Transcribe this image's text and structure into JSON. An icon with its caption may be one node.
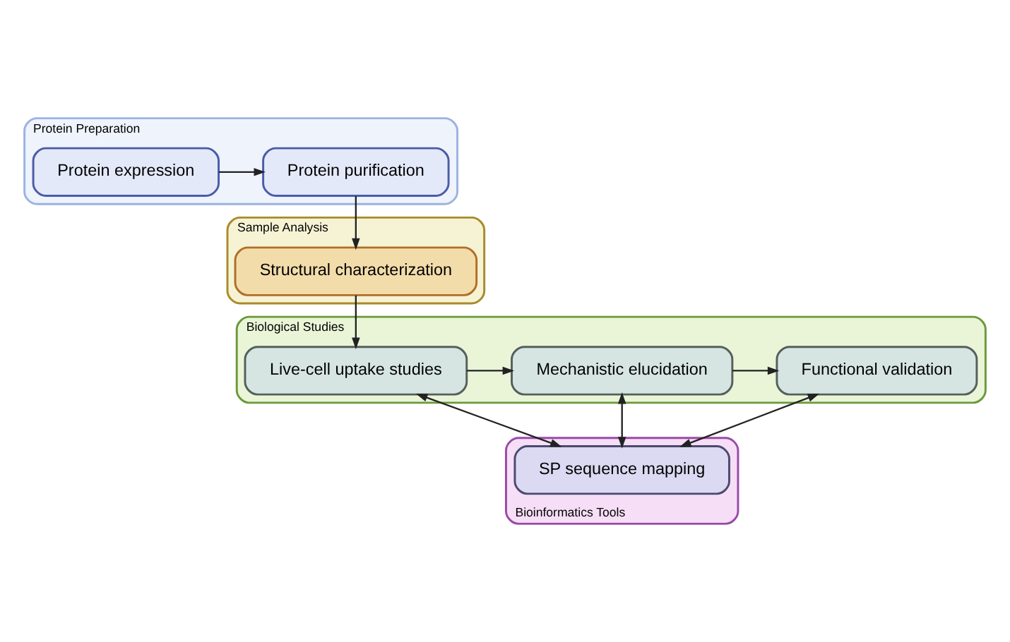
{
  "diagram": {
    "nodes": [
      {
        "text": [
          "Protein Preparation"
        ]
      },
      {
        "text": [
          "Protein expression"
        ],
        "in": 0
      },
      {
        "text": [
          "Protein purification"
        ],
        "in": 0
      },
      {
        "text": [
          "Sample Analysis"
        ]
      },
      {
        "text": [
          "Structural characterization"
        ],
        "in": 3
      },
      {
        "text": [
          "Biological Studies"
        ]
      },
      {
        "text": [
          "Live-cell uptake studies"
        ],
        "in": 5
      },
      {
        "text": [
          "Mechanistic elucidation"
        ],
        "in": 5
      },
      {
        "text": [
          "Functional validation"
        ],
        "in": 5
      },
      {
        "text": [
          "Bioinformatics Tools"
        ]
      },
      {
        "text": [
          "SP sequence mapping"
        ],
        "in": 9
      }
    ],
    "edges": [
      {
        "from": 1,
        "to": 2,
        "arrow": "to"
      },
      {
        "from": 2,
        "to": 4,
        "arrow": "to"
      },
      {
        "from": 4,
        "to": 6,
        "arrow": "to"
      },
      {
        "from": 6,
        "to": 7,
        "arrow": "to"
      },
      {
        "from": 7,
        "to": 8,
        "arrow": "to"
      },
      {
        "from": 6,
        "to": 10,
        "arrow": "both"
      },
      {
        "from": 7,
        "to": 10,
        "arrow": "both"
      },
      {
        "from": 8,
        "to": 10,
        "arrow": "both"
      }
    ]
  }
}
